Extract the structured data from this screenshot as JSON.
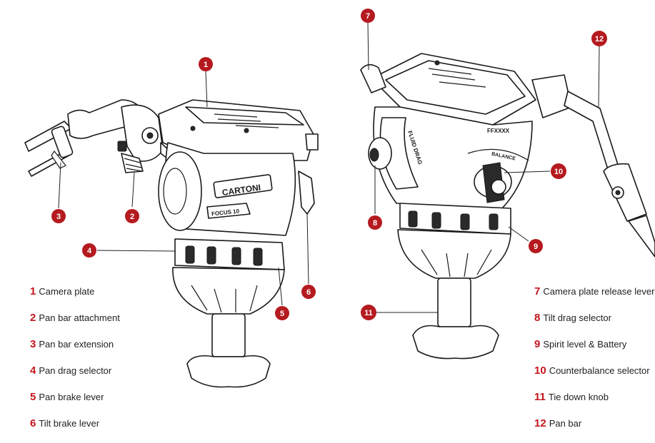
{
  "callouts": [
    {
      "number": "1",
      "label": "Camera plate"
    },
    {
      "number": "2",
      "label": "Pan bar attachment"
    },
    {
      "number": "3",
      "label": "Pan bar extension"
    },
    {
      "number": "4",
      "label": "Pan drag selector"
    },
    {
      "number": "5",
      "label": "Pan brake lever"
    },
    {
      "number": "6",
      "label": "Tilt brake lever"
    },
    {
      "number": "7",
      "label": "Camera plate release lever"
    },
    {
      "number": "8",
      "label": "Tilt drag selector"
    },
    {
      "number": "9",
      "label": "Spirit level & Battery"
    },
    {
      "number": "10",
      "label": "Counterbalance selector"
    },
    {
      "number": "11",
      "label": "Tie down knob"
    },
    {
      "number": "12",
      "label": "Pan bar"
    }
  ],
  "product_markings": {
    "brand": "CARTONI",
    "model": "FOCUS 10",
    "fluid_drag": "FLUID DRAG",
    "serial": "FFXXXX",
    "balance": "BALANCE"
  },
  "colors": {
    "accent": "#c4161c",
    "callout_fill": "#b51a1f"
  }
}
